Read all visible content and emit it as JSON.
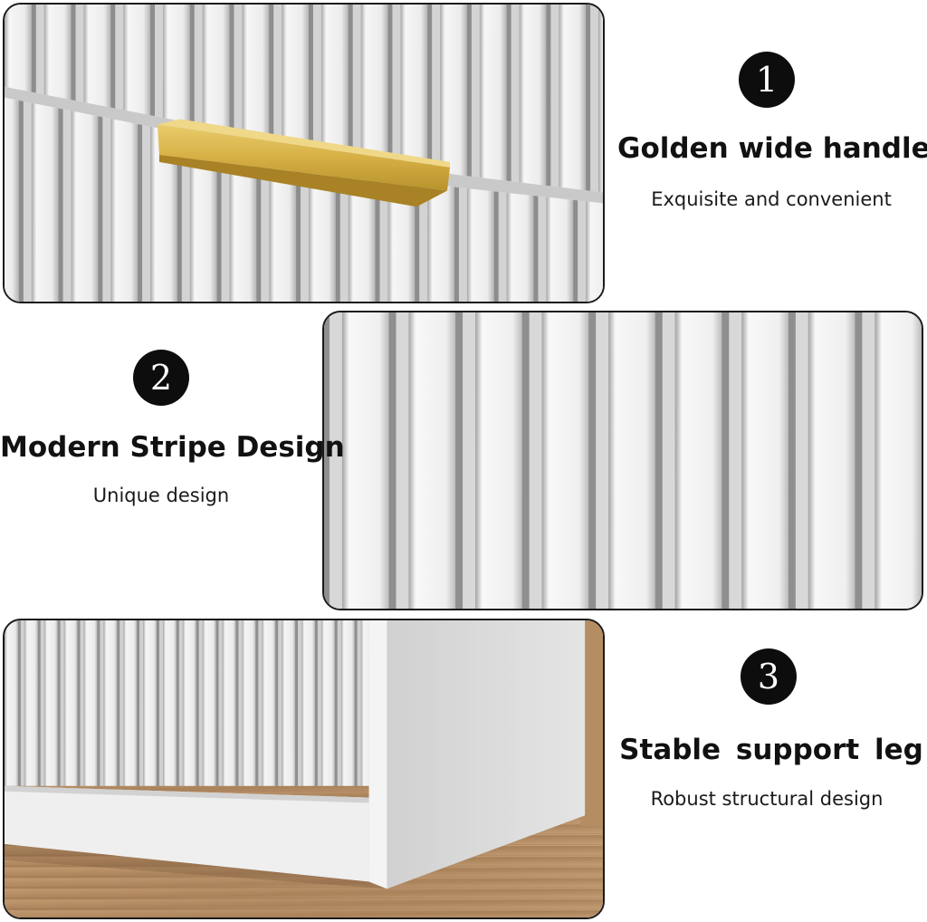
{
  "features": [
    {
      "number": "1",
      "title": "Golden wide handle",
      "subtitle": "Exquisite and convenient",
      "image": "golden-handle-closeup"
    },
    {
      "number": "2",
      "title": "Modern Stripe Design",
      "subtitle": "Unique design",
      "image": "fluted-stripe-panel-closeup"
    },
    {
      "number": "3",
      "title": "Stable support leg",
      "subtitle": "Robust structural design",
      "image": "cabinet-base-leg-closeup"
    }
  ],
  "colors": {
    "badge": "#0d0d0d",
    "panel_white": "#f2f2f2",
    "groove_shadow": "#9a9a9a",
    "handle_gold": "#d9b64a",
    "floor_wood": "#b38a62",
    "side_panel": "#dcdcdc"
  }
}
